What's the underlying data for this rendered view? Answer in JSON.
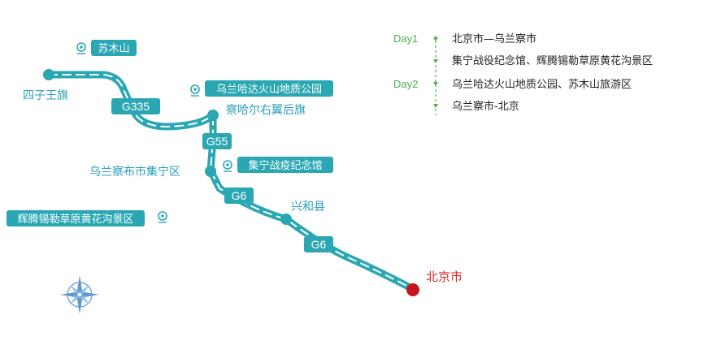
{
  "route": {
    "cities": [
      {
        "id": "sizi",
        "name": "四子王旗"
      },
      {
        "id": "chahar",
        "name": "察哈尔右翼后旗"
      },
      {
        "id": "jining",
        "name": "乌兰察布市集宁区"
      },
      {
        "id": "xinghe",
        "name": "兴和县"
      },
      {
        "id": "beijing",
        "name": "北京市"
      }
    ],
    "highways": [
      {
        "id": "g335",
        "label": "G335"
      },
      {
        "id": "g55",
        "label": "G55"
      },
      {
        "id": "g6a",
        "label": "G6"
      },
      {
        "id": "g6b",
        "label": "G6"
      }
    ],
    "pois": [
      {
        "id": "sumushan",
        "name": "苏木山"
      },
      {
        "id": "wulanhada",
        "name": "乌兰哈达火山地质公园"
      },
      {
        "id": "jiningbattle",
        "name": "集宁战疫纪念馆"
      },
      {
        "id": "huiteng",
        "name": "辉腾锡勒草原黄花沟景区"
      }
    ]
  },
  "legend": {
    "items": [
      {
        "day": "Day1",
        "text": "北京市—乌兰察市"
      },
      {
        "day": "",
        "text": "集宁战役纪念馆、辉腾锡勒草原黄花沟景区"
      },
      {
        "day": "Day2",
        "text": "乌兰哈达火山地质公园、苏木山旅游区"
      },
      {
        "day": "",
        "text": "乌兰察市-北京"
      }
    ]
  },
  "colors": {
    "route": "#2aa7b3",
    "city_text": "#2aa0b8",
    "destination": "#d42b2b",
    "legend_day": "#4cae4c",
    "compass": "#5b9bd5"
  },
  "icons": {
    "poi": "map-pin-icon",
    "compass": "compass-rose-icon"
  }
}
